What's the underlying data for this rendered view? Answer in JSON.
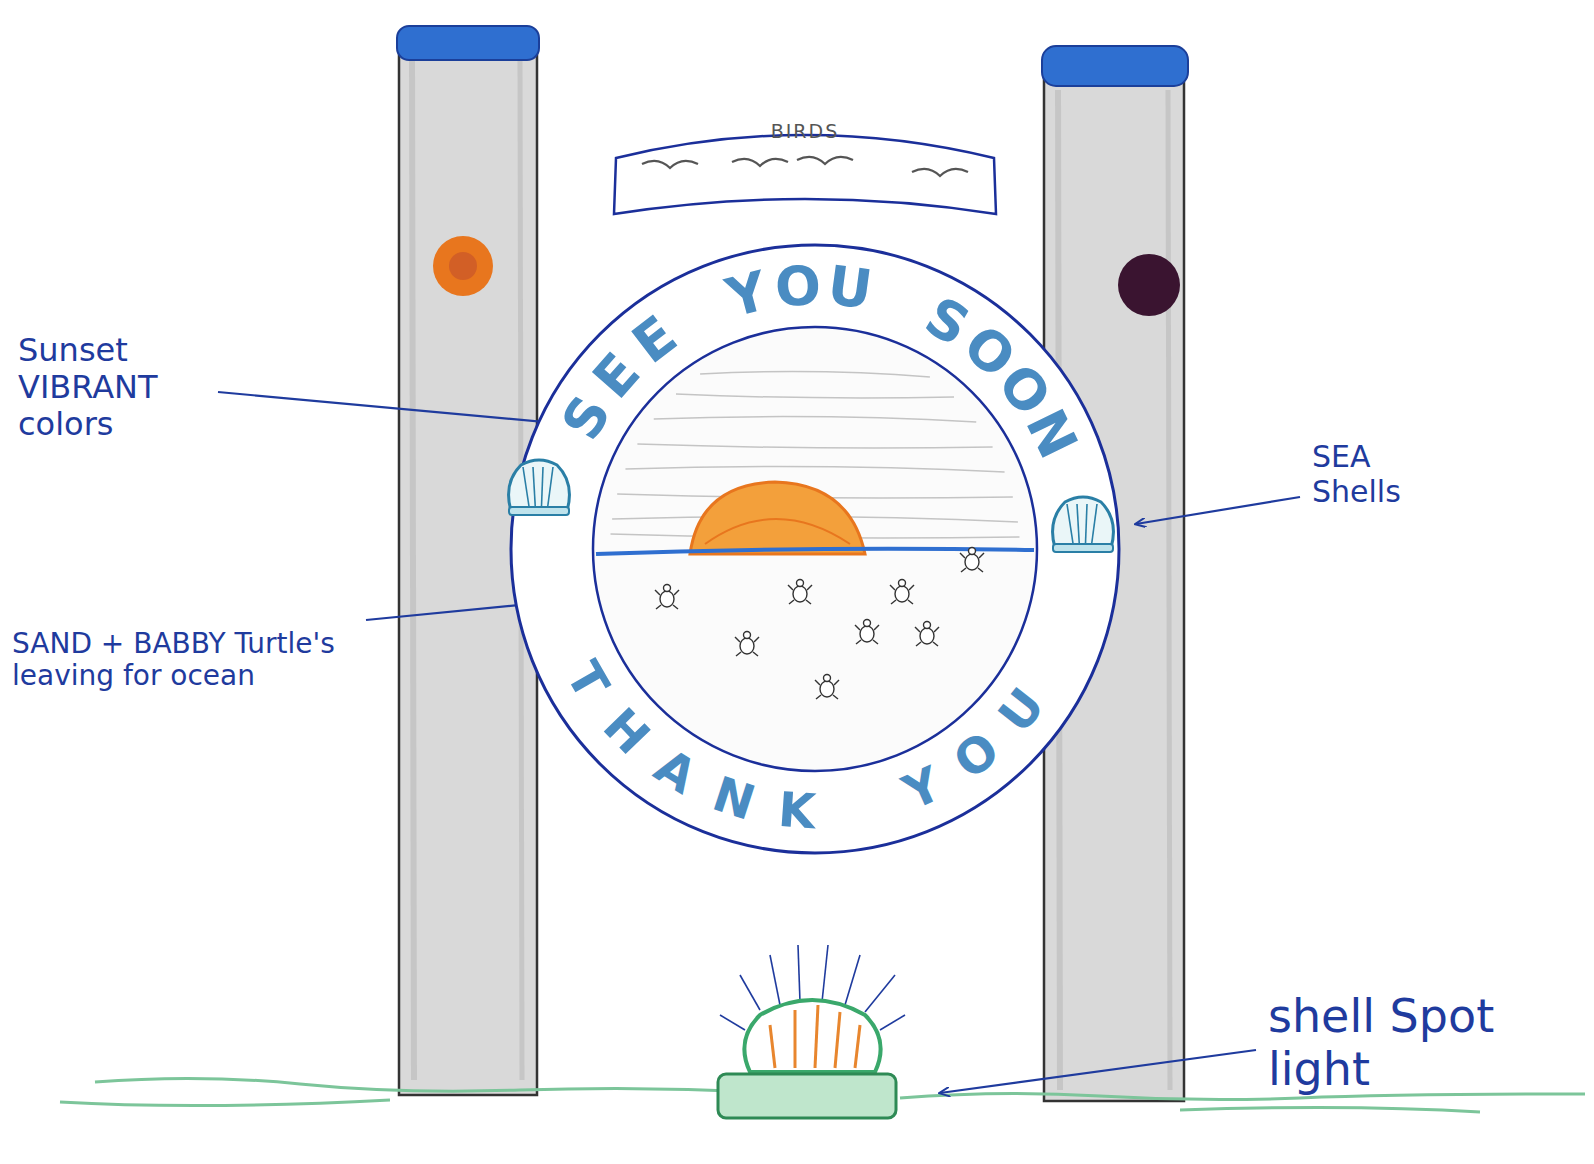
{
  "diagram": {
    "nodes": [
      {
        "text": [
          "BIRDS"
        ]
      },
      {
        "text": [
          "SEE YOU SOON",
          "THANK YOU"
        ]
      }
    ],
    "labels": [
      "Sunset VIBRANT colors",
      "SEA Shells",
      "SAND + BABBY Turtle's leaving for ocean",
      "shell Spot light"
    ]
  }
}
